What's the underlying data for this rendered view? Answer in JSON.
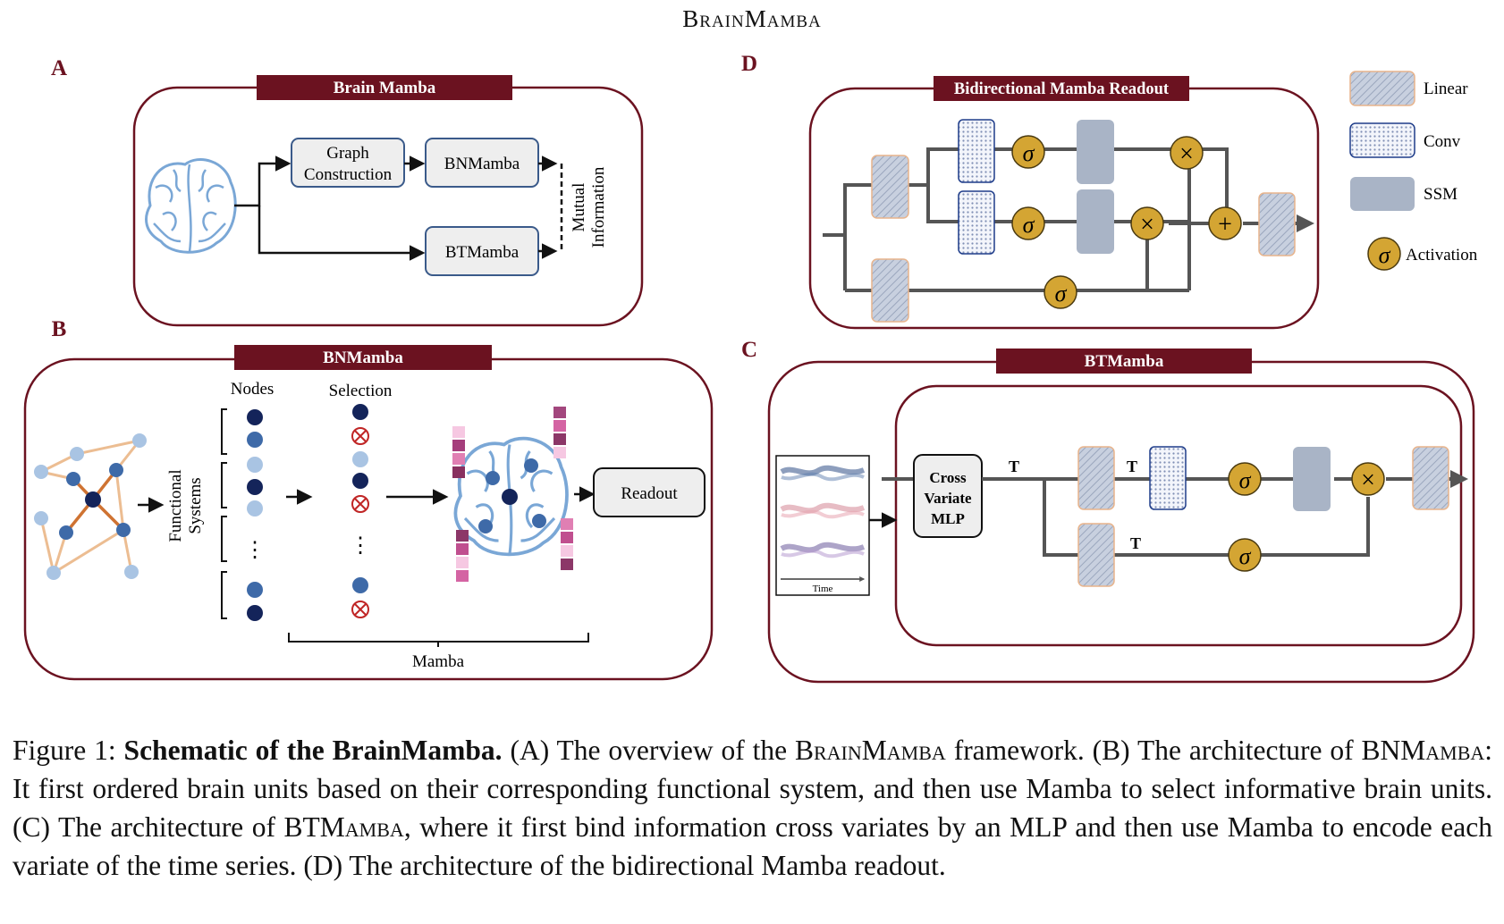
{
  "header": "BrainMamba",
  "panel_letters": {
    "A": "A",
    "B": "B",
    "C": "C",
    "D": "D"
  },
  "panel_a": {
    "title": "Brain Mamba",
    "graph_line1": "Graph",
    "graph_line2": "Construction",
    "bnmamba": "BNMamba",
    "btmamba": "BTMamba",
    "mi_line1": "Mutual",
    "mi_line2": "Information"
  },
  "panel_b": {
    "title": "BNMamba",
    "nodes": "Nodes",
    "selection": "Selection",
    "fs_line1": "Functional",
    "fs_line2": "Systems",
    "dots": "⋮",
    "readout": "Readout",
    "mamba": "Mamba"
  },
  "panel_c": {
    "title": "BTMamba",
    "cv_line1": "Cross",
    "cv_line2": "Variate",
    "cv_line3": "MLP",
    "t": "T",
    "time": "Time"
  },
  "panel_d": {
    "title": "Bidirectional Mamba Readout",
    "sigma": "σ",
    "times": "×",
    "plus": "+"
  },
  "legend": {
    "linear": "Linear",
    "conv": "Conv",
    "ssm": "SSM",
    "activation": "Activation"
  },
  "colors": {
    "maroon": "#6b1220",
    "gold": "#d4a533",
    "ssm": "#a9b4c6",
    "node_dark": "#14245a",
    "node_mid": "#3e6aa8",
    "node_light": "#a9c4e3",
    "edge_light": "#ecbd92",
    "edge_dark": "#cf7332"
  },
  "caption": {
    "fig_label": "Figure 1:",
    "bold": "Schematic of the BrainMamba.",
    "s1": "(A) The overview of the",
    "n1": "BrainMamba",
    "s2": "framework. (B) The architecture of",
    "n2": "BNMamba",
    "s3": ": It first ordered brain units based on their corresponding functional system, and then use Mamba to select informative brain units. (C) The architecture of",
    "n3": "BTMamba",
    "s4": ", where it first bind information cross variates by an MLP and then use Mamba to encode each variate of the time series. (D) The architecture of the bidirectional Mamba readout."
  }
}
